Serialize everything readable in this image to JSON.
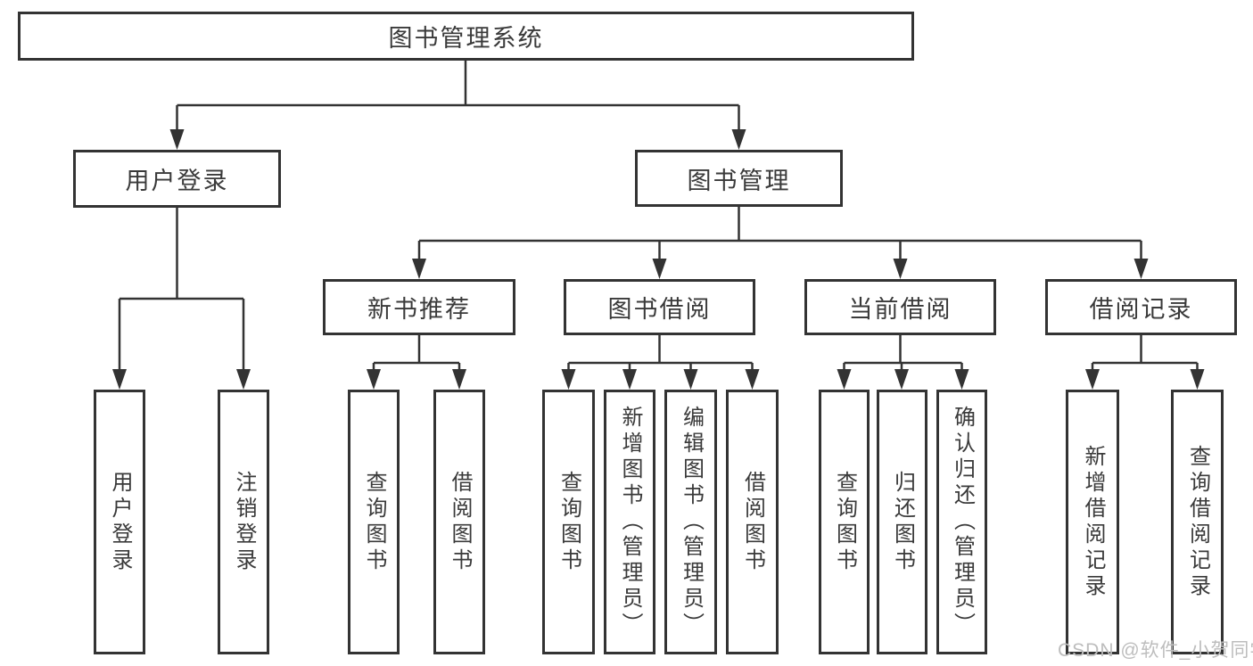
{
  "tree": {
    "root": {
      "label": "图书管理系统"
    },
    "branches": [
      {
        "label": "用户登录",
        "children": [
          {
            "label": "用户登录"
          },
          {
            "label": "注销登录"
          }
        ]
      },
      {
        "label": "图书管理",
        "children": [
          {
            "label": "新书推荐",
            "children": [
              {
                "label": "查询图书"
              },
              {
                "label": "借阅图书"
              }
            ]
          },
          {
            "label": "图书借阅",
            "children": [
              {
                "label": "查询图书"
              },
              {
                "label": "新增图书（管理员）"
              },
              {
                "label": "编辑图书（管理员）"
              },
              {
                "label": "借阅图书"
              }
            ]
          },
          {
            "label": "当前借阅",
            "children": [
              {
                "label": "查询图书"
              },
              {
                "label": "归还图书"
              },
              {
                "label": "确认归还（管理员）"
              }
            ]
          },
          {
            "label": "借阅记录",
            "children": [
              {
                "label": "新增借阅记录"
              },
              {
                "label": "查询借阅记录"
              }
            ]
          }
        ]
      }
    ]
  },
  "watermark": "CSDN @软件_小贺同学",
  "colors": {
    "line": "#333333",
    "border": "#333333",
    "text": "#3a3a3a",
    "watermark": "#bdbdbd",
    "background": "#ffffff"
  }
}
